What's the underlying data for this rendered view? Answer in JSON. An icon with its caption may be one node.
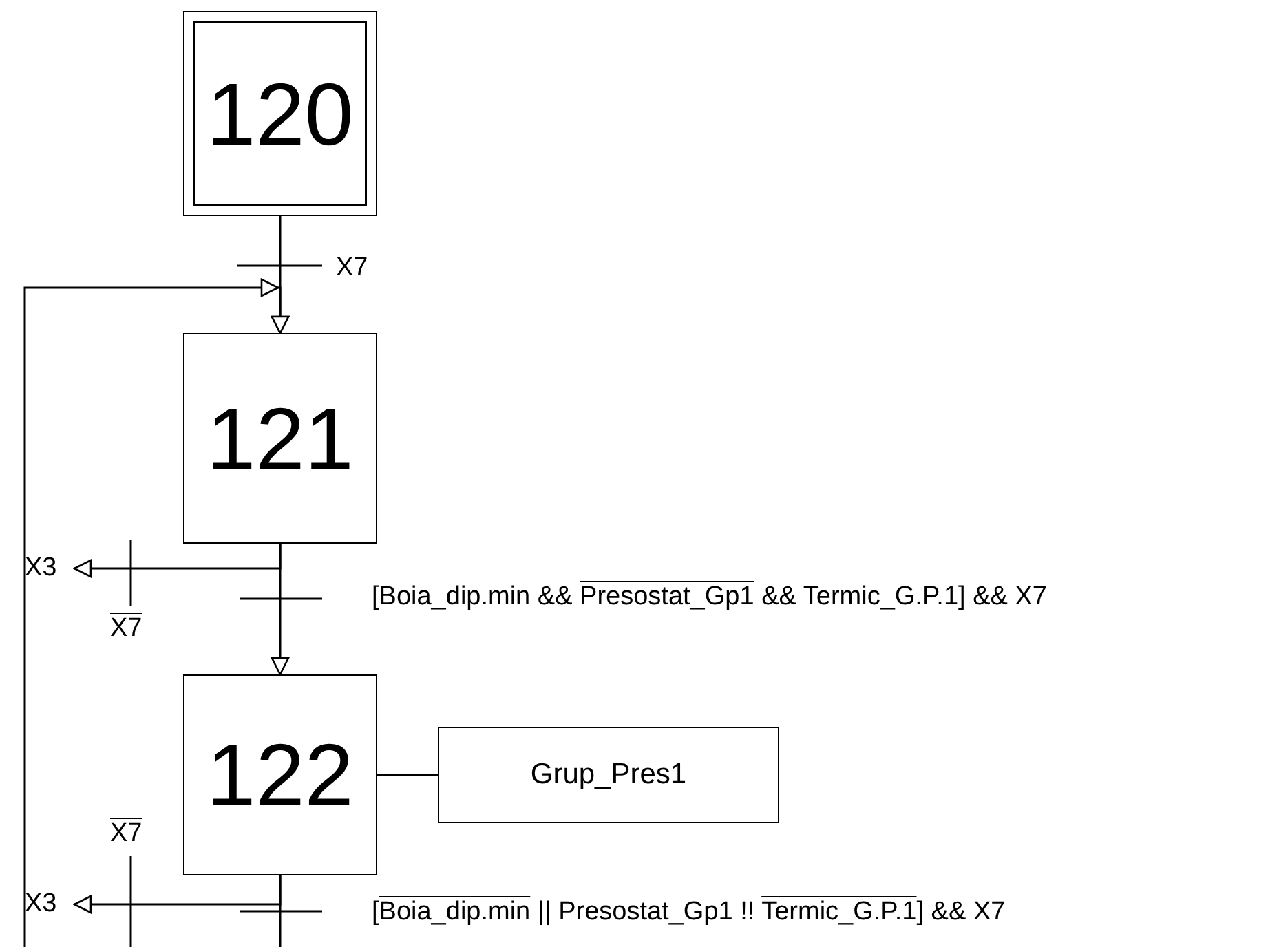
{
  "diagram": {
    "nodes": [
      {
        "text": [
          "120"
        ]
      },
      {
        "text": [
          "121"
        ]
      },
      {
        "text": [
          "122"
        ]
      },
      {
        "text": [
          "Grup_Pres1"
        ]
      },
      {
        "text": [
          "X3"
        ]
      },
      {
        "text": [
          "X3"
        ]
      }
    ],
    "edges": [
      {
        "from": 0,
        "to": 1,
        "label": "X7",
        "arrow": "to"
      },
      {
        "from": null,
        "to": 1,
        "arrow": "to"
      },
      {
        "from": 1,
        "to": 2,
        "label": "[Boia_dip.min && Presostat_Gp1 && Termic_G.P.1] && X7",
        "arrow": "to"
      },
      {
        "from": 1,
        "to": 4,
        "label": "X7",
        "arrow": "to"
      },
      {
        "from": 2,
        "to": 3,
        "arrow": "none"
      },
      {
        "from": 2,
        "to": 5,
        "label": "X7",
        "arrow": "to"
      },
      {
        "from": 2,
        "to": null,
        "label": "[Boia_dip.min || Presostat_Gp1 !! Termic_G.P.1] && X7",
        "arrow": "none"
      }
    ]
  }
}
